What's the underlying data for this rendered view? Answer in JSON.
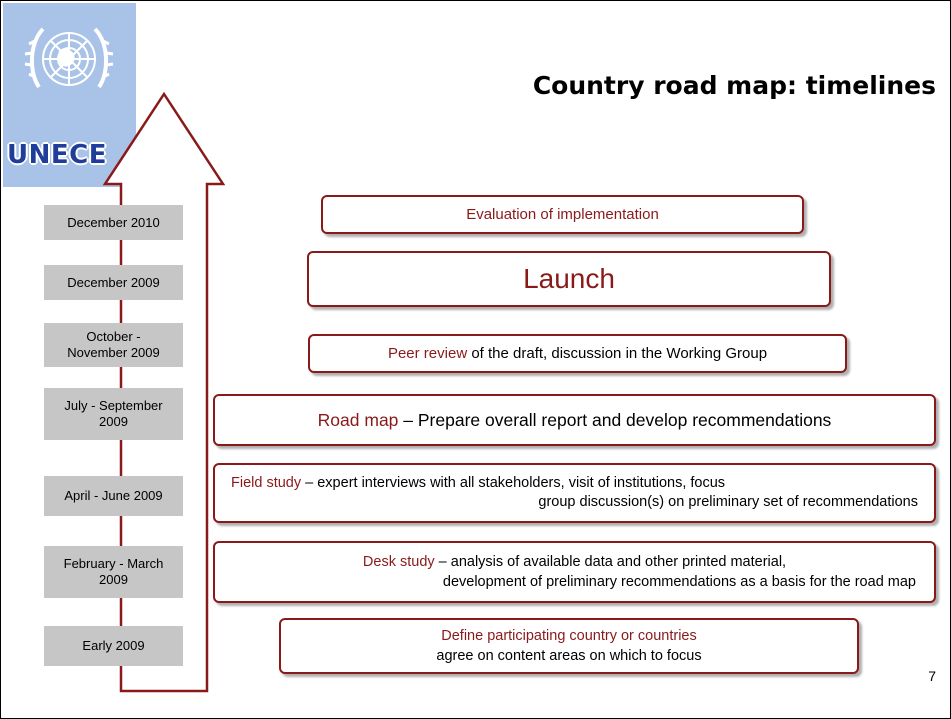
{
  "logo": {
    "label": "UNECE"
  },
  "title": "Country road map: timelines",
  "page_number": "7",
  "timeline": [
    {
      "line1": "December 2010",
      "line2": ""
    },
    {
      "line1": "December 2009",
      "line2": ""
    },
    {
      "line1": "October -",
      "line2": "November 2009"
    },
    {
      "line1": "July - September",
      "line2": "2009"
    },
    {
      "line1": "April - June 2009",
      "line2": ""
    },
    {
      "line1": "February - March",
      "line2": "2009"
    },
    {
      "line1": "Early 2009",
      "line2": ""
    }
  ],
  "steps": {
    "evaluation": {
      "highlight": "Evaluation of implementation"
    },
    "launch": {
      "highlight": "Launch"
    },
    "peer_review": {
      "highlight": "Peer review",
      "text": " of the draft, discussion in the Working Group"
    },
    "road_map": {
      "highlight": "Road map",
      "text": " – Prepare overall report and develop recommendations"
    },
    "field_study": {
      "highlight": "Field study",
      "text": " – expert interviews with all stakeholders, visit of institutions, focus",
      "line2": "group discussion(s) on preliminary set of recommendations"
    },
    "desk_study": {
      "highlight": "Desk study",
      "text": " – analysis of available data and other printed material,",
      "line2": "development of preliminary recommendations as a basis for the road map"
    },
    "define": {
      "highlight": "Define participating country or countries",
      "line2": "agree on content areas on which to focus"
    }
  },
  "colors": {
    "accent": "#8a1a1a",
    "logo_bg": "#a9c3e8",
    "date_bg": "#c6c6c6",
    "unece": "#1f3d99"
  }
}
